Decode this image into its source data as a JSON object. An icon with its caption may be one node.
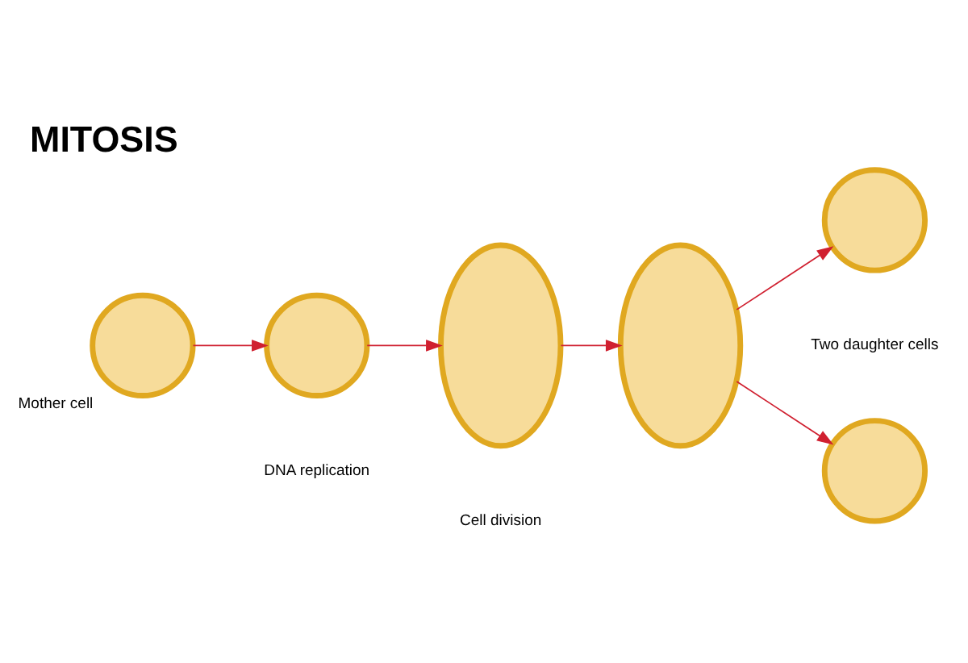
{
  "diagram": {
    "title": "MITOSIS",
    "nodes": [
      {
        "text": [],
        "shape": "circle",
        "beside": [
          "Mother cell"
        ]
      },
      {
        "text": [],
        "shape": "circle"
      },
      {
        "text": [],
        "shape": "circle"
      },
      {
        "text": [],
        "shape": "circle"
      },
      {
        "text": [],
        "shape": "circle"
      },
      {
        "text": [],
        "shape": "circle"
      }
    ],
    "edges": [
      {
        "from": 0,
        "to": 1,
        "arrow": "to"
      },
      {
        "from": 1,
        "to": 2,
        "arrow": "to"
      },
      {
        "from": 2,
        "to": 3,
        "arrow": "to"
      },
      {
        "from": 3,
        "to": 4,
        "arrow": "to"
      },
      {
        "from": 3,
        "to": 5,
        "arrow": "to"
      }
    ],
    "labels": [
      "DNA replication",
      "Two daughter cells",
      "Cell division"
    ]
  }
}
